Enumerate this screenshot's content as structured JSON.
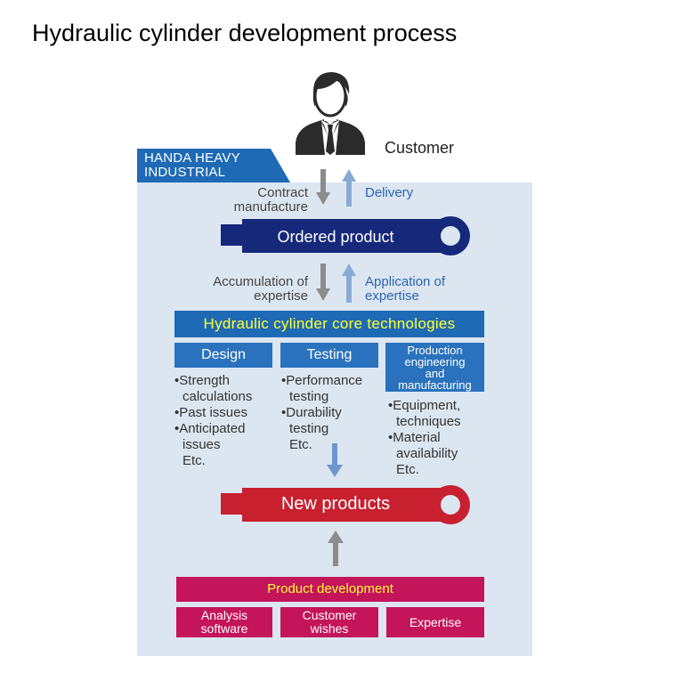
{
  "page_title": "Hydraulic cylinder development process",
  "org_tab": [
    "HANDA HEAVY",
    "INDUSTRIAL"
  ],
  "customer": "Customer",
  "flow_top": {
    "down_label": [
      "Contract",
      "manufacture"
    ],
    "up_label": "Delivery"
  },
  "ordered_product": "Ordered product",
  "flow_mid": {
    "down_label": [
      "Accumulation of",
      "expertise"
    ],
    "up_label": [
      "Application of",
      "expertise"
    ]
  },
  "core_technologies": "Hydraulic cylinder core technologies",
  "columns": [
    {
      "heading": "Design",
      "items": [
        [
          "Strength",
          "calculations"
        ],
        [
          "Past issues"
        ],
        [
          "Anticipated",
          "issues"
        ]
      ],
      "etc": "Etc."
    },
    {
      "heading": "Testing",
      "items": [
        [
          "Performance",
          "testing"
        ],
        [
          "Durability",
          "testing"
        ]
      ],
      "etc": "Etc."
    },
    {
      "heading": [
        "Production",
        "engineering",
        "and",
        "manufacturing"
      ],
      "items": [
        [
          "Equipment,",
          "techniques"
        ],
        [
          "Material",
          "availability"
        ]
      ],
      "etc": "Etc."
    }
  ],
  "new_products": "New products",
  "product_development": "Product development",
  "inputs": [
    [
      "Analysis",
      "software"
    ],
    [
      "Customer",
      "wishes"
    ],
    [
      "Expertise"
    ]
  ],
  "colors": {
    "navy": "#16287a",
    "blue": "#1f6ab5",
    "red": "#c8202f",
    "magenta": "#c4145a",
    "panel": "#dce6f1",
    "yellow_text": "#ffff33"
  }
}
